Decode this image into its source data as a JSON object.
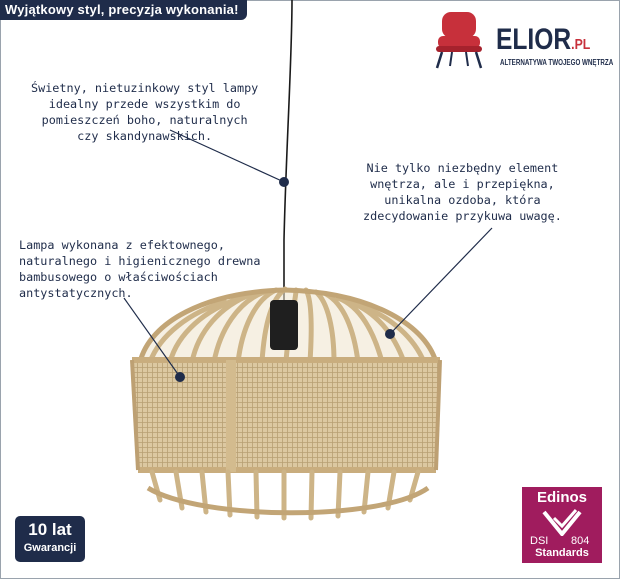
{
  "banner": {
    "text": "Wyjątkowy styl, precyzja wykonania!"
  },
  "logo": {
    "brand": "ELIOR",
    "tld": ".PL",
    "tagline": "ALTERNATYWA TWOJEGO WNĘTRZA",
    "icon": "chair-icon"
  },
  "notes": {
    "note1": "Świetny, nietuzinkowy styl lampy\nidealny przede wszystkim do\npomieszczeń boho, naturalnych\nczy skandynawskich.",
    "note2": "Nie tylko niezbędny element\nwnętrza, ale i przepiękna,\nunikalna ozdoba, która\nzdecydowanie przykuwa uwagę.",
    "note3": "Lampa wykonana z efektownego,\nnaturalnego i higienicznego drewna\nbambusowego o właściwościach\nantystatycznych."
  },
  "badges": {
    "years": "10 lat",
    "guarantee": "Gwarancji",
    "edinos": "Edinos",
    "dsi": "DSI",
    "code": "804",
    "standards": "Standards"
  },
  "colors": {
    "navy": "#1f2c4a",
    "accent_red": "#c7303b",
    "edinos_magenta": "#a01c5e",
    "bamboo": "#d8c39a",
    "rattan": "#d9c49c"
  }
}
